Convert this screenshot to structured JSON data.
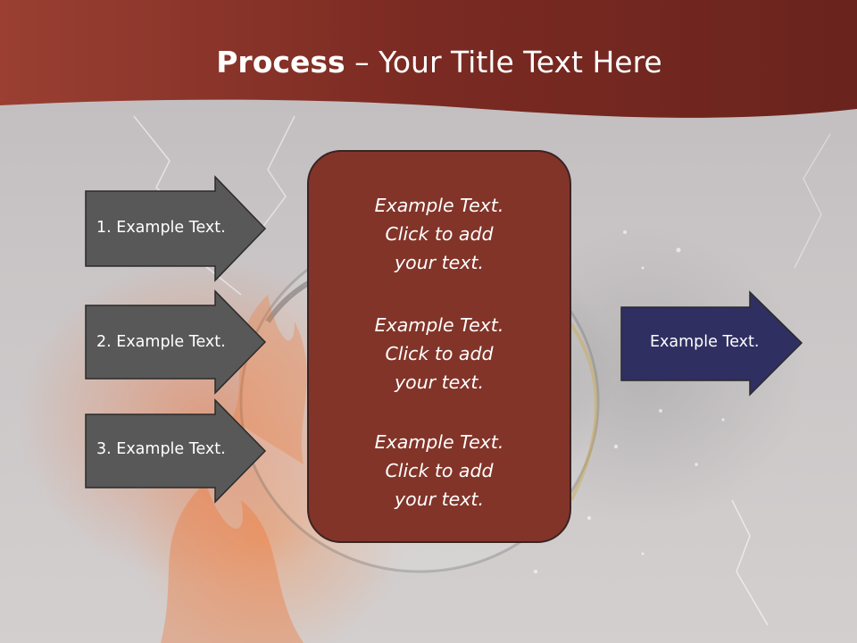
{
  "slide": {
    "title_bold": "Process",
    "title_rest": " – Your Title Text Here"
  },
  "left_arrows": [
    {
      "label": "1. Example Text."
    },
    {
      "label": "2. Example Text."
    },
    {
      "label": "3. Example Text."
    }
  ],
  "center_box": {
    "items": [
      {
        "text": "Example Text.\nClick  to add\nyour text."
      },
      {
        "text": "Example Text.\nClick  to add\nyour text."
      },
      {
        "text": "Example Text.\nClick  to add\nyour text."
      }
    ]
  },
  "right_arrow": {
    "label": "Example Text."
  },
  "colors": {
    "header_red": "#7f2b22",
    "left_arrow_fill": "#585858",
    "center_box_fill": "#823429",
    "right_arrow_fill": "#2f2f62",
    "outline": "#2a2a2a"
  },
  "icons": {
    "background": "fire-and-water-soccer-ball-image"
  }
}
